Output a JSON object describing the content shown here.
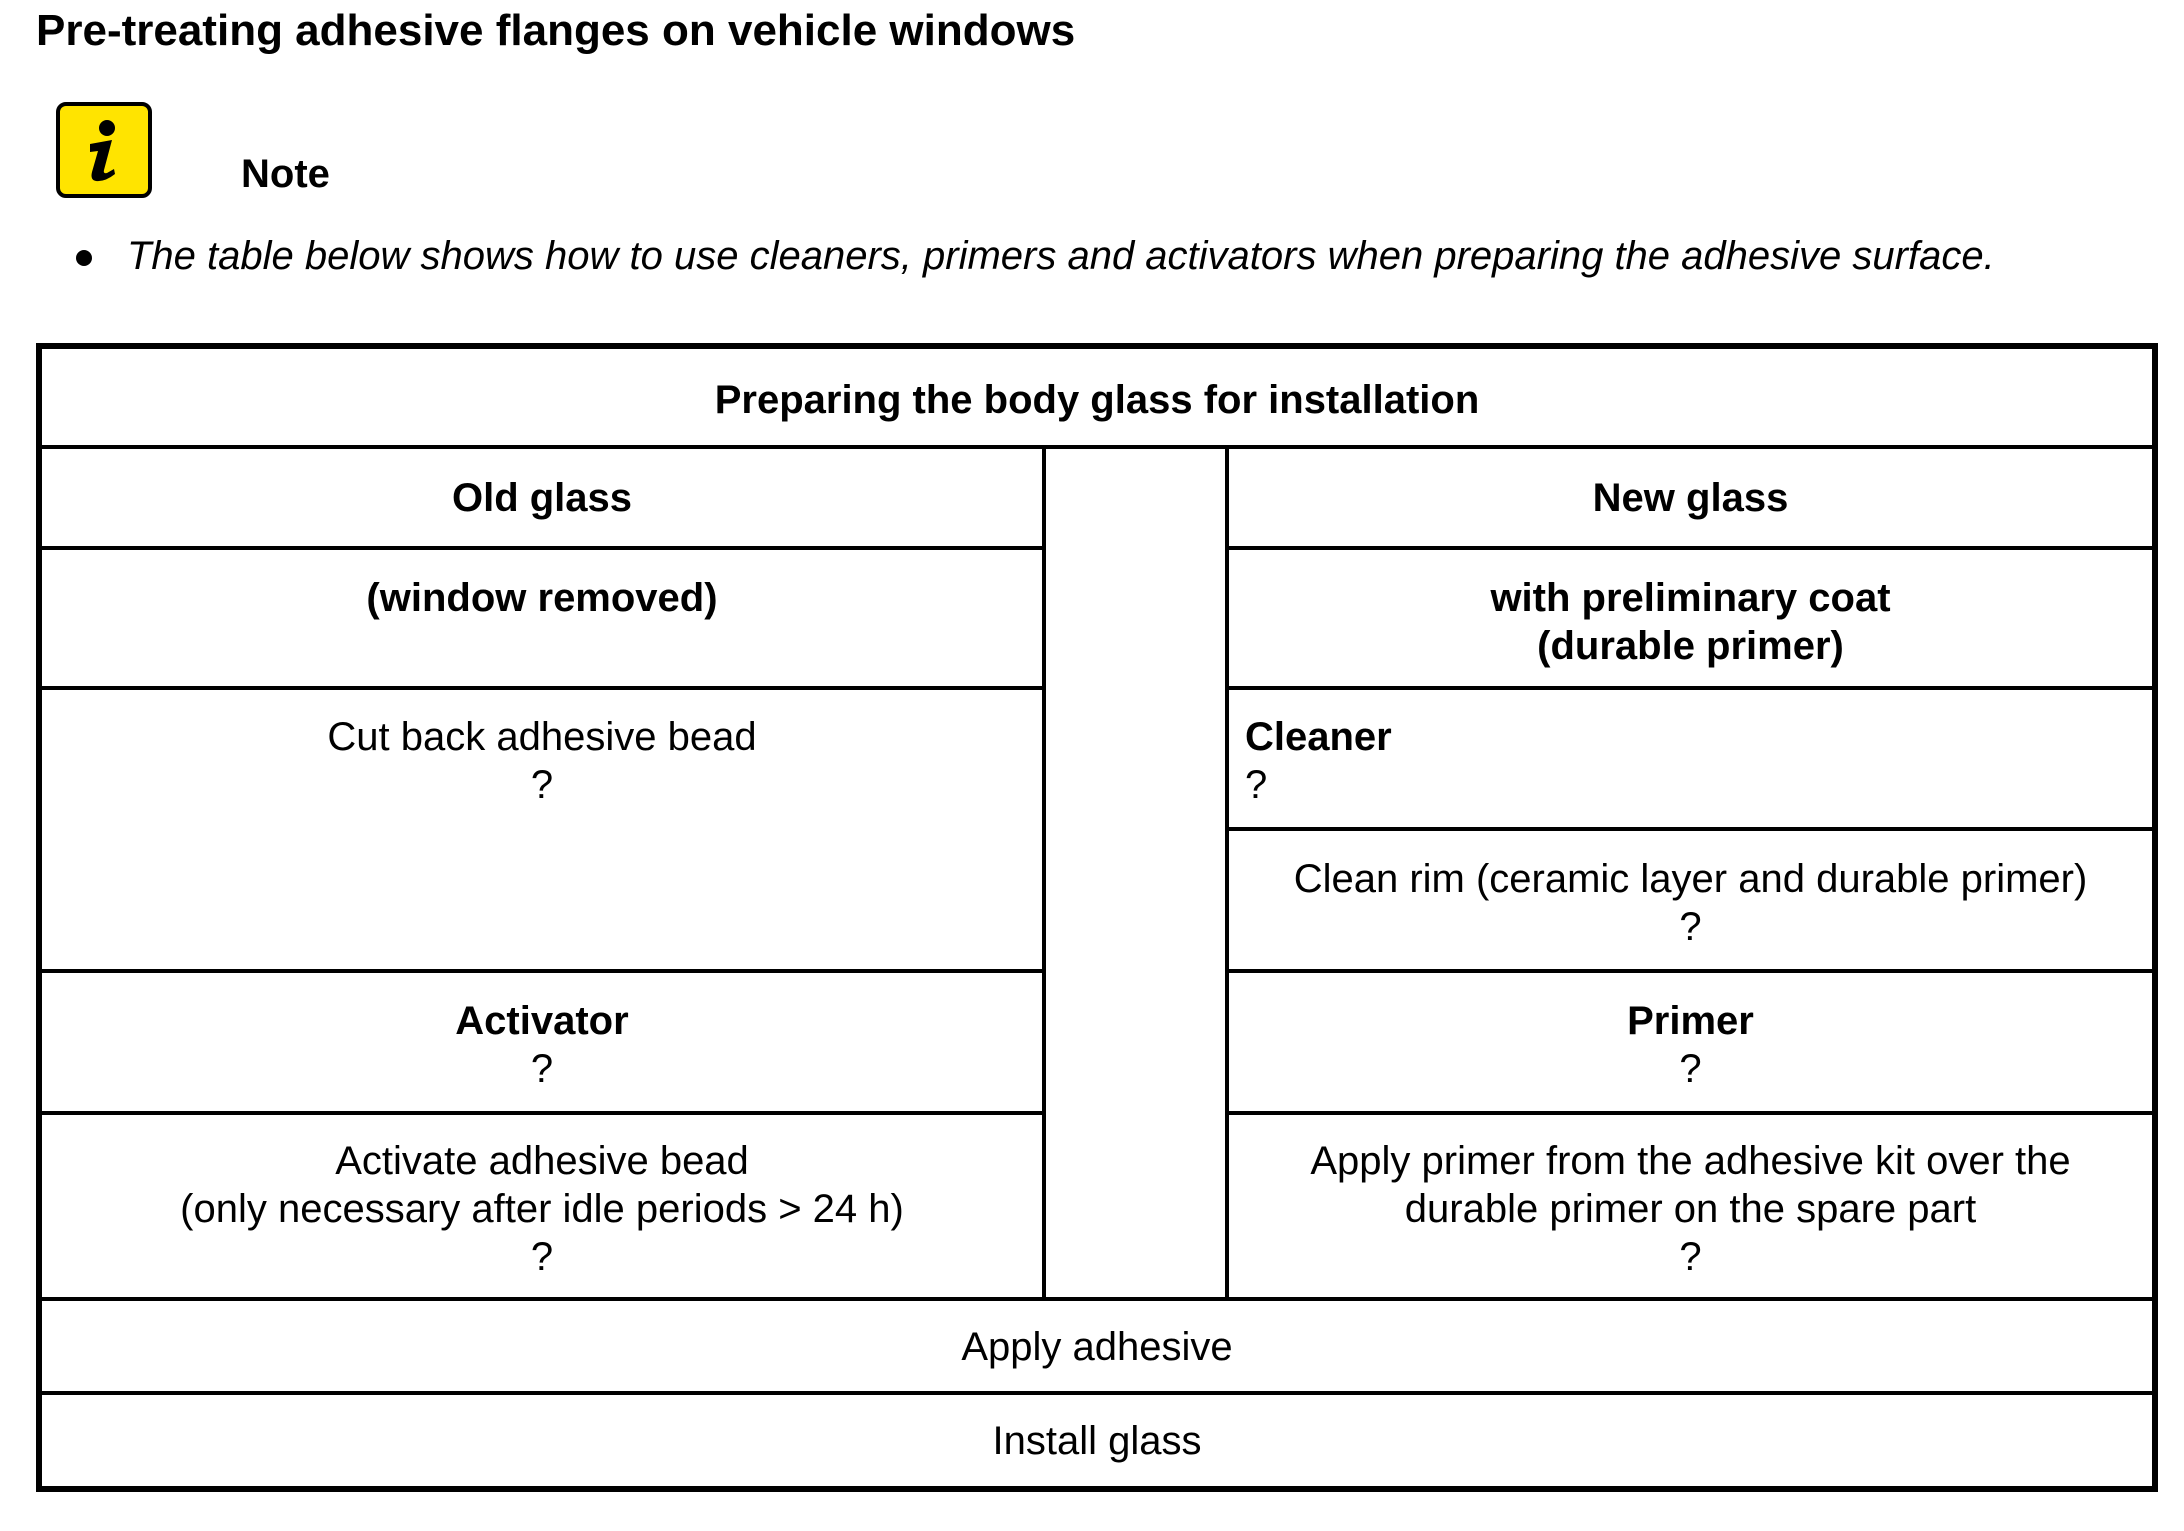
{
  "title": "Pre-treating adhesive flanges on vehicle windows",
  "note": {
    "icon": "info-icon",
    "label": "Note",
    "text": "The table below shows how to use cleaners, primers and activators when preparing the adhesive surface.",
    "icon_color": "#ffe400"
  },
  "table": {
    "header": "Preparing the body glass for installation",
    "old_glass": {
      "heading": "Old glass",
      "subheading": "(window removed)",
      "step1": {
        "line1": "Cut back adhesive bead",
        "line2": "?"
      },
      "step2": {
        "line1": "Activator",
        "line2": "?"
      },
      "step3": {
        "line1": "Activate adhesive bead",
        "line2": "(only necessary after idle periods > 24 h)",
        "line3": "?"
      }
    },
    "new_glass": {
      "heading": "New glass",
      "subheading_line1": "with preliminary coat",
      "subheading_line2": "(durable primer)",
      "step1": {
        "line1": "Cleaner",
        "line2": "?"
      },
      "step2": {
        "line1": "Clean rim (ceramic layer and durable primer)",
        "line2": "?"
      },
      "step3": {
        "line1": "Primer",
        "line2": "?"
      },
      "step4": {
        "line1": "Apply primer from the adhesive kit over the",
        "line2": "durable primer on the spare part",
        "line3": "?"
      }
    },
    "footer1": "Apply adhesive",
    "footer2": "Install glass"
  }
}
